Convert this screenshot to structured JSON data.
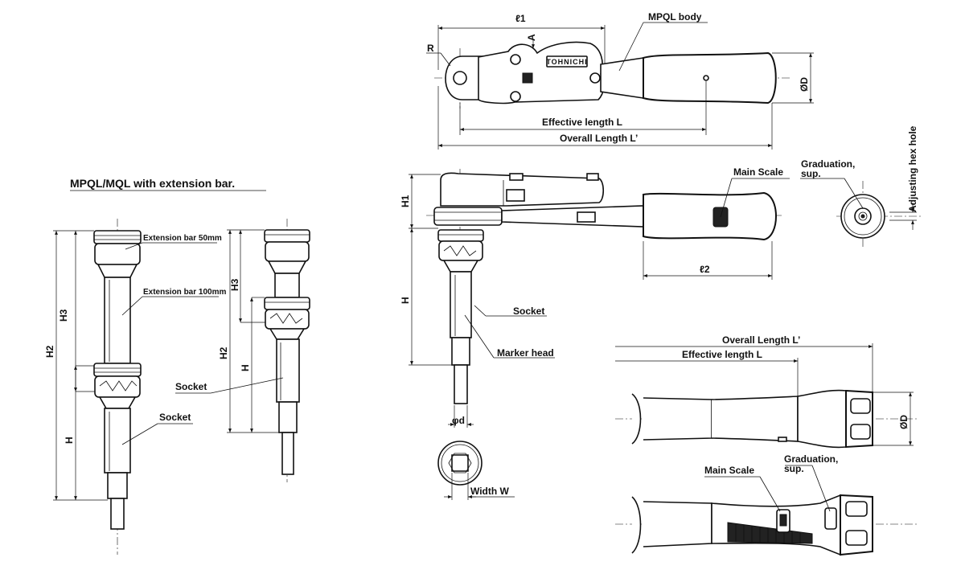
{
  "title": "MPQL/MQL with extension bar.",
  "brand_mark": "TOHNICHI",
  "labels": {
    "extension_50": "Extension bar 50mm",
    "extension_100": "Extension bar 100mm",
    "socket": "Socket",
    "h": "H",
    "h1": "H1",
    "h2": "H2",
    "h3": "H3",
    "l1": "ℓ1",
    "l2": "ℓ2",
    "r": "R",
    "a": "A",
    "mpql_body": "MPQL body",
    "effective_length": "Effective length L",
    "overall_length": "Overall Length L’",
    "od": "ØD",
    "main_scale": "Main Scale",
    "graduation_line1": "Graduation,",
    "graduation_line2": "sup.",
    "adjusting_hex_hole": "Adjusting hex hole",
    "marker_head": "Marker head",
    "phi_d": "φd",
    "width_w": "Width W"
  }
}
